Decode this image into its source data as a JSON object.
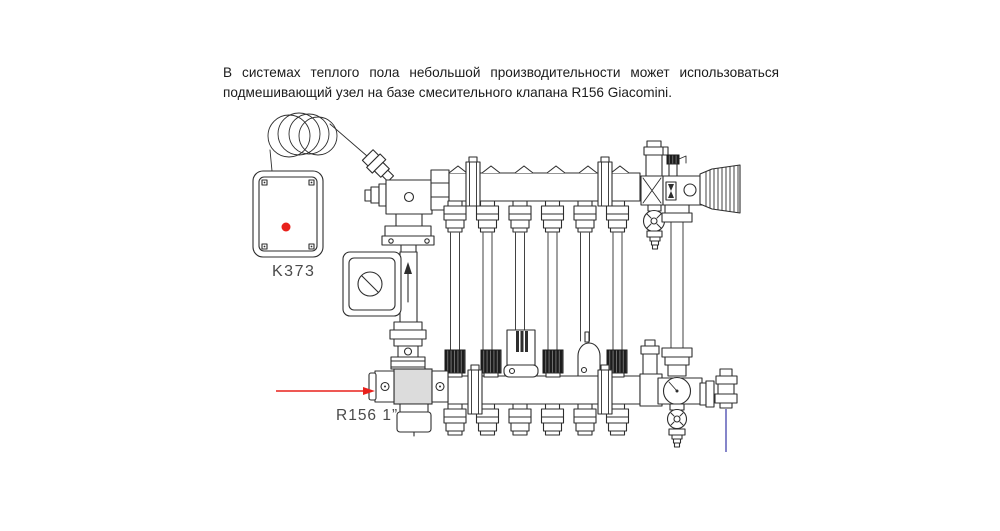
{
  "caption": {
    "line1": "В системах теплого пола небольшой производительности может использоваться",
    "line2": "подмешивающий узел на базе смесительного клапана R156 Giacomini."
  },
  "labels": {
    "thermostat": "K373",
    "mixing_valve": "R156 1”"
  },
  "colors": {
    "line": "#2e2e2e",
    "accent_red": "#e8211c",
    "pipe_blue": "#5353b4",
    "valve_gray": "#dcdcdc"
  },
  "components": [
    "thermostat-k373",
    "capillary-coil",
    "capillary-tube",
    "thermostatic-sensor",
    "mixing-valve-top",
    "circulation-pump",
    "flow-direction-arrow",
    "supply-manifold-6-outlets",
    "manifold-brackets",
    "air-vent",
    "drain-cock",
    "shutoff-handwheel",
    "return-manifold-6-outlets",
    "thermostatic-caps",
    "electrothermic-actuator",
    "bypass-dome-valve",
    "thermometer",
    "r156-mixing-valve",
    "return-line-blue",
    "pointer-arrow-red"
  ]
}
